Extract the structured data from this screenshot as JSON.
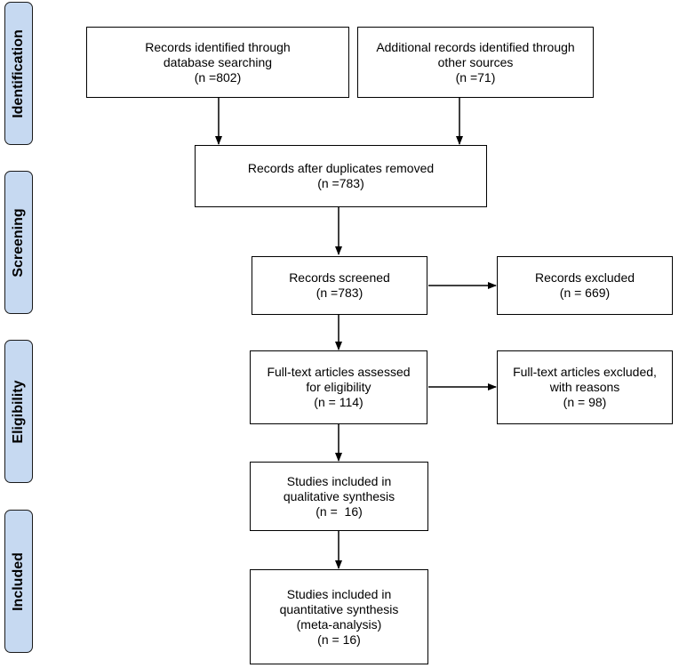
{
  "stages": [
    {
      "id": "identification",
      "label": "Identification"
    },
    {
      "id": "screening",
      "label": "Screening"
    },
    {
      "id": "eligibility",
      "label": "Eligibility"
    },
    {
      "id": "included",
      "label": "Included"
    }
  ],
  "boxes": {
    "db_search": {
      "lines": [
        "Records identified through",
        "database searching",
        "(n =802)"
      ]
    },
    "other_sources": {
      "lines": [
        "Additional records identified through",
        "other sources",
        "(n =71)"
      ]
    },
    "duplicates_removed": {
      "lines": [
        "Records after duplicates removed",
        "(n =783)"
      ]
    },
    "screened": {
      "lines": [
        "Records screened",
        "(n =783)"
      ]
    },
    "excluded": {
      "lines": [
        "Records excluded",
        "(n = 669)"
      ]
    },
    "fulltext_assessed": {
      "lines": [
        "Full-text articles assessed",
        "for eligibility",
        "(n = 114)"
      ]
    },
    "fulltext_excluded": {
      "lines": [
        "Full-text articles excluded,",
        "with reasons",
        "(n = 98)"
      ]
    },
    "qualitative": {
      "lines": [
        "Studies included in",
        "qualitative synthesis",
        "(n =  16)"
      ]
    },
    "quantitative": {
      "lines": [
        "Studies included in",
        "quantitative synthesis",
        "(meta-analysis)",
        "(n = 16)"
      ]
    }
  }
}
